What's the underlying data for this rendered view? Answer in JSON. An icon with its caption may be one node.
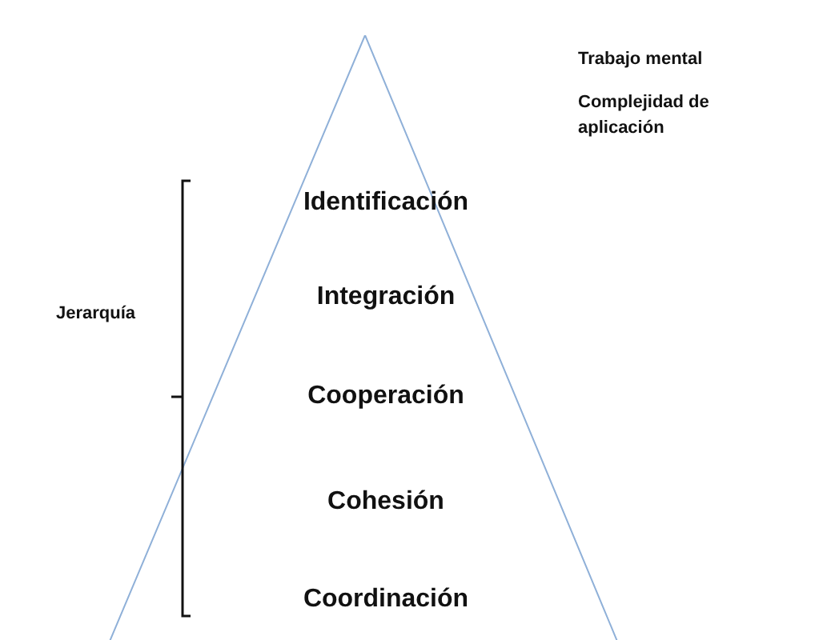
{
  "diagram": {
    "nodes": [
      {
        "text": [
          "Identificación",
          "Integración",
          "Cooperación",
          "Cohesión",
          "Coordinación"
        ]
      }
    ],
    "labels": [
      "Trabajo mental",
      "Complejidad de aplicación",
      "Jerarquía"
    ]
  }
}
